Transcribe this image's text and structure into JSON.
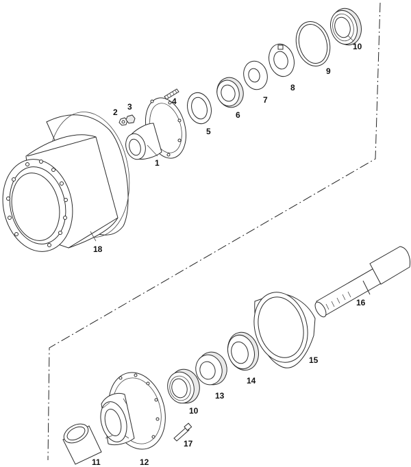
{
  "diagram": {
    "labels": [
      {
        "id": "hub",
        "text": "1"
      },
      {
        "id": "nut-2",
        "text": "2"
      },
      {
        "id": "nut-3",
        "text": "3"
      },
      {
        "id": "stud-4",
        "text": "4"
      },
      {
        "id": "seal-5",
        "text": "5"
      },
      {
        "id": "locknut-6",
        "text": "6"
      },
      {
        "id": "washer-7",
        "text": "7"
      },
      {
        "id": "lockwasher-8",
        "text": "8"
      },
      {
        "id": "snapring-9",
        "text": "9"
      },
      {
        "id": "bearing-10-top",
        "text": "10"
      },
      {
        "id": "sleeve-11",
        "text": "11"
      },
      {
        "id": "hub-12",
        "text": "12"
      },
      {
        "id": "bearing-13",
        "text": "13"
      },
      {
        "id": "seal-14",
        "text": "14"
      },
      {
        "id": "cup-15",
        "text": "15"
      },
      {
        "id": "shaft-16",
        "text": "16"
      },
      {
        "id": "bolt-17",
        "text": "17"
      },
      {
        "id": "drum-18",
        "text": "18"
      },
      {
        "id": "bearing-10-bottom",
        "text": "10"
      }
    ]
  }
}
